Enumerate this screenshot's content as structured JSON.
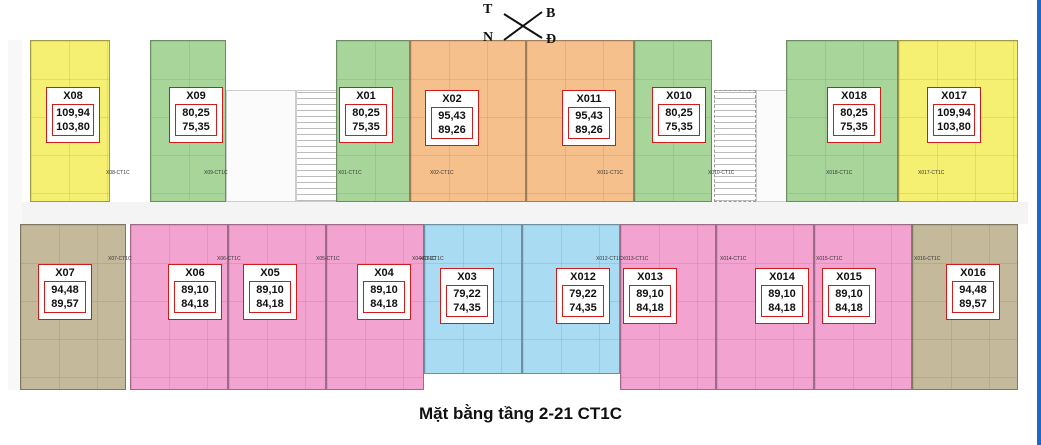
{
  "compass": {
    "north_west": "T",
    "north_east": "B",
    "south_west": "N",
    "south_east": "Đ"
  },
  "title": "Mặt bằng tầng 2-21 CT1C",
  "colors": {
    "yellow": "#f5ef72",
    "green": "#a8d69a",
    "orange": "#f5c08c",
    "pink": "#f2a3cf",
    "blue": "#a9dcf2",
    "olive": "#c4b99a",
    "label_border": "#d11a1a"
  },
  "units_top": [
    {
      "code": "X08",
      "a1": "109,94",
      "a2": "103,80",
      "color": "yellow",
      "tag": "X08-CT1C"
    },
    {
      "code": "X09",
      "a1": "80,25",
      "a2": "75,35",
      "color": "green",
      "tag": "X09-CT1C"
    },
    {
      "code": "X01",
      "a1": "80,25",
      "a2": "75,35",
      "color": "green",
      "tag": "X01-CT1C"
    },
    {
      "code": "X02",
      "a1": "95,43",
      "a2": "89,26",
      "color": "orange",
      "tag": "X02-CT1C"
    },
    {
      "code": "X011",
      "a1": "95,43",
      "a2": "89,26",
      "color": "orange",
      "tag": "X011-CT1C"
    },
    {
      "code": "X010",
      "a1": "80,25",
      "a2": "75,35",
      "color": "green",
      "tag": "X010-CT1C"
    },
    {
      "code": "X018",
      "a1": "80,25",
      "a2": "75,35",
      "color": "green",
      "tag": "X018-CT1C"
    },
    {
      "code": "X017",
      "a1": "109,94",
      "a2": "103,80",
      "color": "yellow",
      "tag": "X017-CT1C"
    }
  ],
  "units_bottom": [
    {
      "code": "X07",
      "a1": "94,48",
      "a2": "89,57",
      "color": "olive",
      "tag": "X07-CT1C"
    },
    {
      "code": "X06",
      "a1": "89,10",
      "a2": "84,18",
      "color": "pink",
      "tag": "X06-CT1C"
    },
    {
      "code": "X05",
      "a1": "89,10",
      "a2": "84,18",
      "color": "pink",
      "tag": "X05-CT1C"
    },
    {
      "code": "X04",
      "a1": "89,10",
      "a2": "84,18",
      "color": "pink",
      "tag": "X04-CT1C"
    },
    {
      "code": "X03",
      "a1": "79,22",
      "a2": "74,35",
      "color": "blue",
      "tag": "X03-CT1C"
    },
    {
      "code": "X012",
      "a1": "79,22",
      "a2": "74,35",
      "color": "blue",
      "tag": "X012-CT1C"
    },
    {
      "code": "X013",
      "a1": "89,10",
      "a2": "84,18",
      "color": "pink",
      "tag": "X013-CT1C"
    },
    {
      "code": "X014",
      "a1": "89,10",
      "a2": "84,18",
      "color": "pink",
      "tag": "X014-CT1C"
    },
    {
      "code": "X015",
      "a1": "89,10",
      "a2": "84,18",
      "color": "pink",
      "tag": "X015-CT1C"
    },
    {
      "code": "X016",
      "a1": "94,48",
      "a2": "89,57",
      "color": "olive",
      "tag": "X016-CT1C"
    }
  ]
}
